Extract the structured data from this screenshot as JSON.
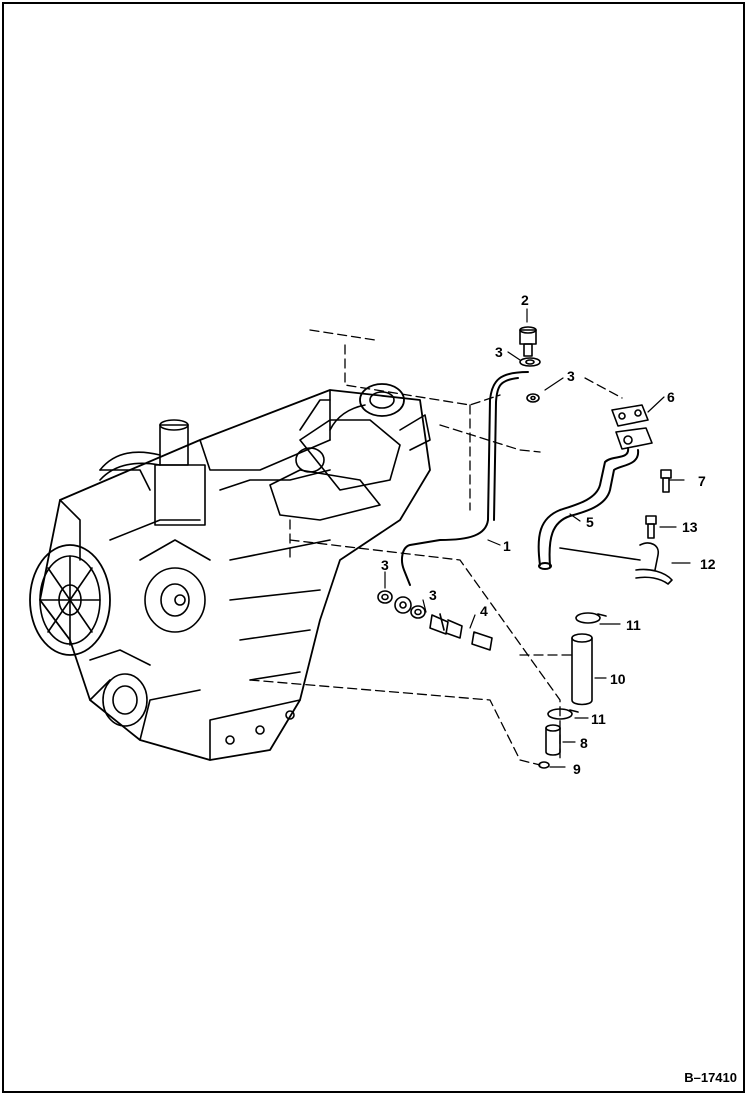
{
  "figure": {
    "id": "B–17410"
  },
  "callouts": [
    "1",
    "2",
    "3",
    "3",
    "3",
    "3",
    "4",
    "5",
    "6",
    "7",
    "8",
    "9",
    "10",
    "11",
    "11",
    "12",
    "13"
  ],
  "colors": {
    "line": "#000000",
    "background": "#ffffff"
  }
}
